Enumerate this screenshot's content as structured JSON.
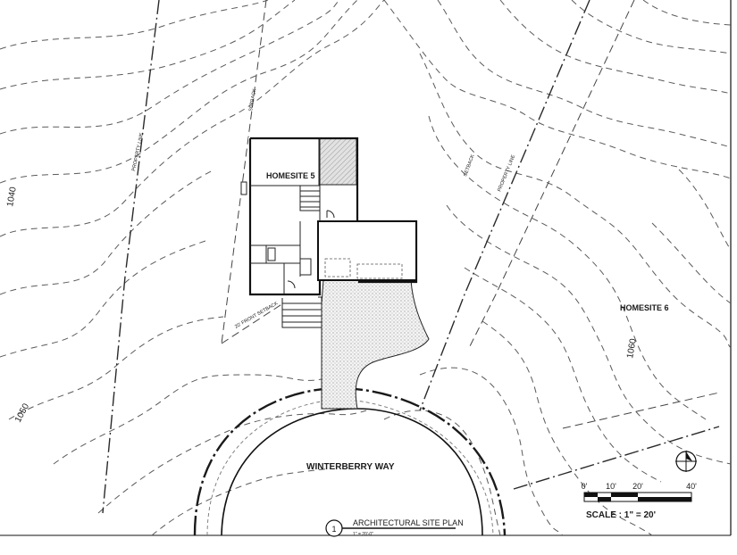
{
  "labels": {
    "homesite_5": "HOMESITE 5",
    "homesite_6": "HOMESITE 6",
    "street": "WINTERBERRY WAY",
    "property_line_left": "PROPERTY LINE",
    "property_line_right": "PROPERTY LINE",
    "setback_top": "SETBACK",
    "setback_right": "SETBACK",
    "front_setback": "20' FRONT SETBACK",
    "contour_1040": "1040",
    "contour_1050": "1050",
    "contour_1060": "1060"
  },
  "title_block": {
    "number": "1",
    "title": "ARCHITECTURAL SITE PLAN",
    "sub_scale": "1\" = 20'-0\""
  },
  "scale_bar": {
    "ticks": [
      "0'",
      "10'",
      "20'",
      "40'"
    ],
    "text": "SCALE : 1\" = 20'"
  },
  "colors": {
    "ink": "#111111",
    "contour": "#5a5a5a",
    "paving": "#d6d6d6"
  },
  "icons": [
    "north-arrow-icon"
  ]
}
